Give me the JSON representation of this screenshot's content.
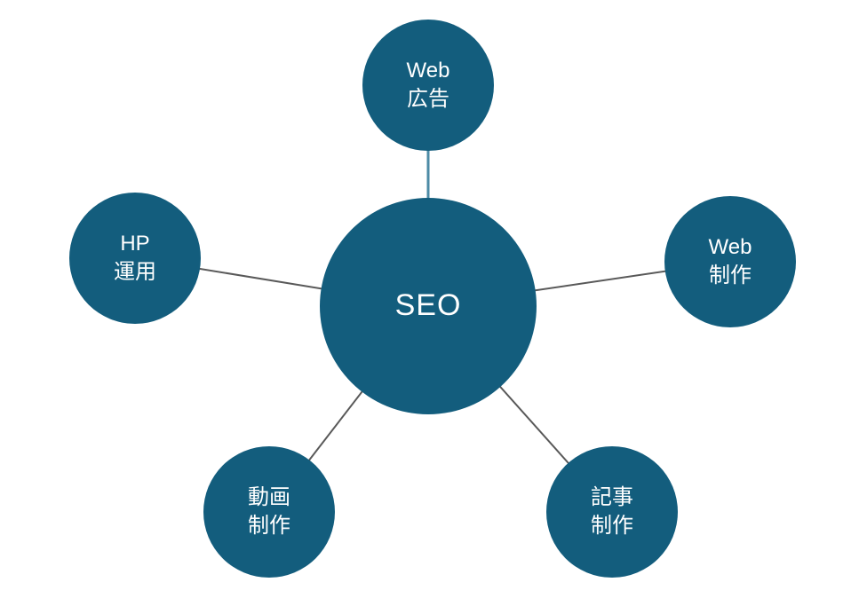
{
  "diagram": {
    "type": "hub-and-spoke",
    "center": {
      "label": "SEO"
    },
    "satellites": [
      {
        "label": "Web\n広告",
        "position": "top"
      },
      {
        "label": "Web\n制作",
        "position": "right"
      },
      {
        "label": "記事\n制作",
        "position": "bottom-right"
      },
      {
        "label": "動画\n制作",
        "position": "bottom-left"
      },
      {
        "label": "HP\n運用",
        "position": "left"
      }
    ]
  },
  "colors": {
    "node_fill": "#135d7d",
    "node_text": "#ffffff",
    "connector_gray": "#595959",
    "connector_teal": "#4d8ba6",
    "background": "#ffffff"
  }
}
